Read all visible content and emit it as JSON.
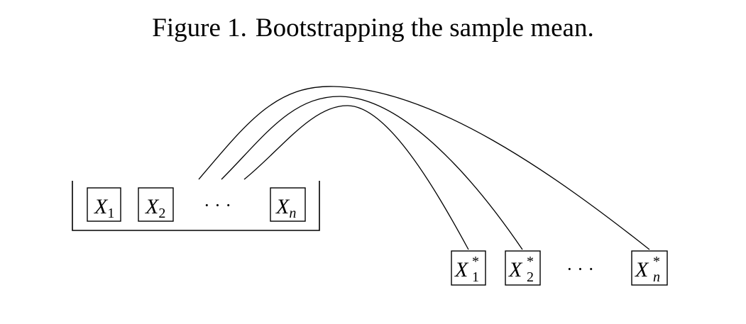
{
  "figure": {
    "label": "Figure 1.",
    "title": "Bootstrapping the sample mean."
  },
  "sample": {
    "items": [
      {
        "symbol": "X",
        "subscript": "1"
      },
      {
        "symbol": "X",
        "subscript": "2"
      },
      {
        "symbol": "X",
        "subscript": "n"
      }
    ],
    "ellipsis": "· · ·"
  },
  "resample": {
    "items": [
      {
        "symbol": "X",
        "subscript": "1",
        "superscript": "*"
      },
      {
        "symbol": "X",
        "subscript": "2",
        "superscript": "*"
      },
      {
        "symbol": "X",
        "subscript": "n",
        "superscript": "*"
      }
    ],
    "ellipsis": "· · ·"
  }
}
